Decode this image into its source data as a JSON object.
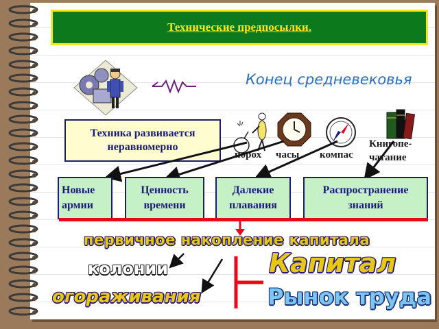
{
  "slide": {
    "title": "Технические предпосылки.",
    "subtitle": "Конец средневековья",
    "technique_box": "Техника развивается неравномерно",
    "inventions": {
      "gunpowder": "порох",
      "clock": "часы",
      "compass": "компас",
      "printing": "Книгопе-чатание"
    },
    "consequences": [
      "Новые армии",
      "Ценность времени",
      "Далекие плавания",
      "Распространение знаний"
    ],
    "accumulation": "первичное накопление капитала",
    "colonies": "колонии",
    "enclosures": "огораживания",
    "capital": "Капитал",
    "labor_market": "Рынок труда"
  },
  "colors": {
    "title_bg": "#0c7a1c",
    "title_text": "#f6e51a",
    "box_yellow": "#fffdd0",
    "box_green": "#c6f0c6",
    "red_line": "#e8081e"
  }
}
